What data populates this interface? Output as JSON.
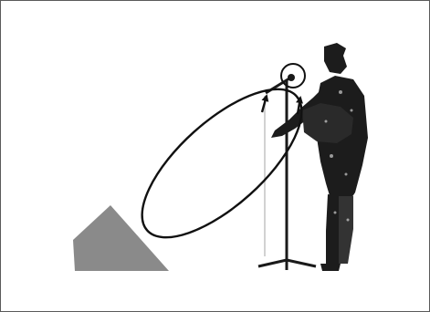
{
  "diagram": {
    "elements": [
      "floor-monitor-speaker",
      "feedback-loop",
      "microphone-on-stand",
      "performer-with-guitar"
    ],
    "colors": {
      "border": "#5a5a5a",
      "speaker": "#8a8a8a",
      "loop_stroke": "#111111",
      "silhouette": "#1c1c1c",
      "highlight_circle": "#111111"
    }
  }
}
